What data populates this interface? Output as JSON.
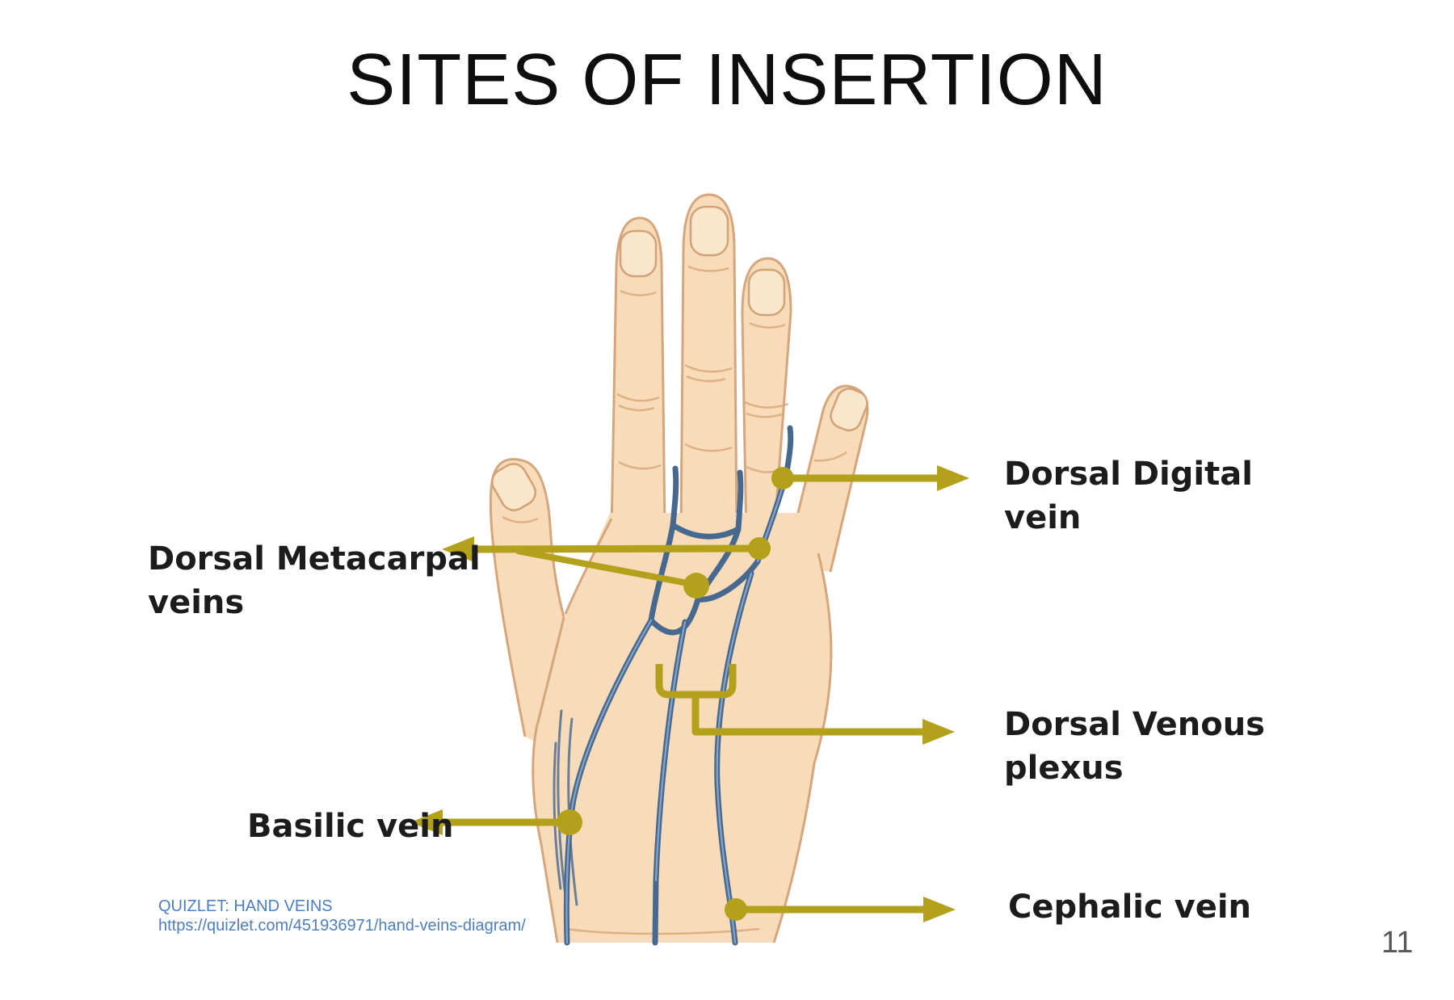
{
  "slide": {
    "title": "SITES OF INSERTION",
    "page_number": "11"
  },
  "source": {
    "name": "QUIZLET: HAND VEINS",
    "url": "https://quizlet.com/451936971/hand-veins-diagram/"
  },
  "figure": {
    "labels": {
      "dorsal_digital": "Dorsal Digital\nvein",
      "dorsal_metacarpal": "Dorsal Metacarpal\nveins",
      "dorsal_venous_plexus": "Dorsal Venous\nplexus",
      "basilic": "Basilic vein",
      "cephalic": "Cephalic vein"
    }
  },
  "colors": {
    "accent-gold": "#b3a01b",
    "label-text": "#1c1c1c",
    "citation-blue": "#4d7ec0",
    "page-gray": "#595959",
    "skin": "#f8dcba",
    "skin-outline": "#d5a67d",
    "nail": "#fae6cb",
    "vein": "#47698f",
    "vein-highlight": "#93afd0"
  }
}
